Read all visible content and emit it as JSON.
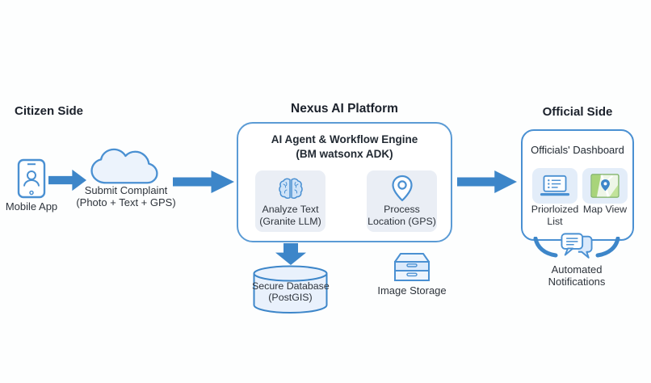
{
  "palette": {
    "arrow_blue": "#3d86c9",
    "outline_blue": "#4a90d2",
    "box_border_blue": "#5b9bd5",
    "light_fill": "#e9f1fc",
    "platform_tile_bg": "#eaeef5",
    "dashboard_tile_bg": "#e3edf9",
    "heading_text": "#1b212b",
    "body_text": "#2e343c"
  },
  "icons": [
    "mobile-phone-icon",
    "cloud-icon",
    "right-arrow-icon",
    "brain-icon",
    "location-pin-icon",
    "down-arrow-icon",
    "database-cylinder-icon",
    "storage-drawers-icon",
    "laptop-list-icon",
    "map-icon",
    "curved-arrow-icon",
    "chat-bubbles-icon"
  ],
  "citizen": {
    "heading": "Citizen Side",
    "mobile_app": {
      "label": "Mobile App",
      "icon": "mobile-phone-icon"
    },
    "submit_complaint": {
      "lines": [
        "Submit Complaint",
        "(Photo + Text + GPS)"
      ],
      "icon": "cloud-icon"
    }
  },
  "platform": {
    "heading": "Nexus AI Platform",
    "engine": {
      "title_lines": [
        "AI Agent & Workflow Engine",
        "(BM watsonx ADK)"
      ]
    },
    "analyze_tile": {
      "lines": [
        "Analyze Text",
        "(Granite LLM)"
      ],
      "icon": "brain-icon"
    },
    "process_tile": {
      "lines": [
        "Process",
        "Location (GPS)"
      ],
      "icon": "location-pin-icon"
    },
    "database": {
      "lines": [
        "Secure Database",
        "(PostGIS)"
      ],
      "icon": "database-cylinder-icon"
    },
    "image_storage": {
      "label": "Image Storage",
      "icon": "storage-drawers-icon"
    }
  },
  "official": {
    "heading": "Official Side",
    "dashboard": {
      "title": "Officials' Dashboard",
      "prioritized_tile": {
        "lines": [
          "Priorloized",
          "List"
        ],
        "icon": "laptop-list-icon"
      },
      "map_tile": {
        "label": "Map View",
        "icon": "map-icon"
      }
    },
    "notifications": {
      "lines": [
        "Automated",
        "Notifications"
      ],
      "icon": "chat-bubbles-icon"
    }
  }
}
